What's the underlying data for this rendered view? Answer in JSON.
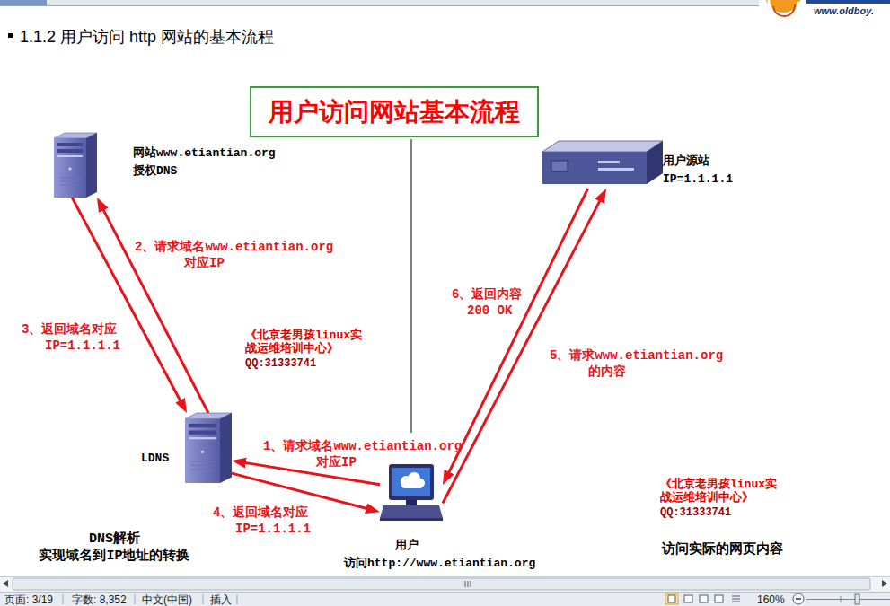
{
  "diagram": {
    "title": "1.1.2 用户访问 http 网站的基本流程",
    "nodes": [
      {
        "text": [
          "用户访问网站基本流程"
        ]
      },
      {
        "text": [
          "网站www.etiantian.org 授权DNS"
        ]
      },
      {
        "text": [
          "用户源站 IP=1.1.1.1"
        ]
      },
      {
        "text": [
          "LDNS"
        ]
      },
      {
        "text": [
          "用户",
          "访问http://www.etiantian.org"
        ]
      }
    ],
    "edges": [
      {
        "from": 4,
        "to": 3,
        "arrow": "to",
        "label": "1、请求域名www.etiantian.org 对应IP"
      },
      {
        "from": 3,
        "to": 1,
        "arrow": "to",
        "label": "2、请求域名www.etiantian.org 对应IP"
      },
      {
        "from": 1,
        "to": 3,
        "arrow": "to",
        "label": "3、返回域名对应 IP=1.1.1.1"
      },
      {
        "from": 3,
        "to": 4,
        "arrow": "to",
        "label": "4、返回域名对应 IP=1.1.1.1"
      },
      {
        "from": 4,
        "to": 2,
        "arrow": "to",
        "label": "5、请求www.etiantian.org 的内容"
      },
      {
        "from": 2,
        "to": 4,
        "arrow": "to",
        "label": "6、返回内容 200 OK"
      }
    ],
    "labels": [
      "《北京老男孩linux实战运维培训中心》",
      "QQ:31333741",
      "《北京老男孩linux实战运维培训中心》",
      "QQ:31333741",
      "DNS解析 实现域名到IP地址的转换",
      "访问实际的网页内容",
      "www.oldboy.",
      "页面: 3/19",
      "字数: 8,352",
      "中文(中国)",
      "插入",
      "160%"
    ]
  }
}
